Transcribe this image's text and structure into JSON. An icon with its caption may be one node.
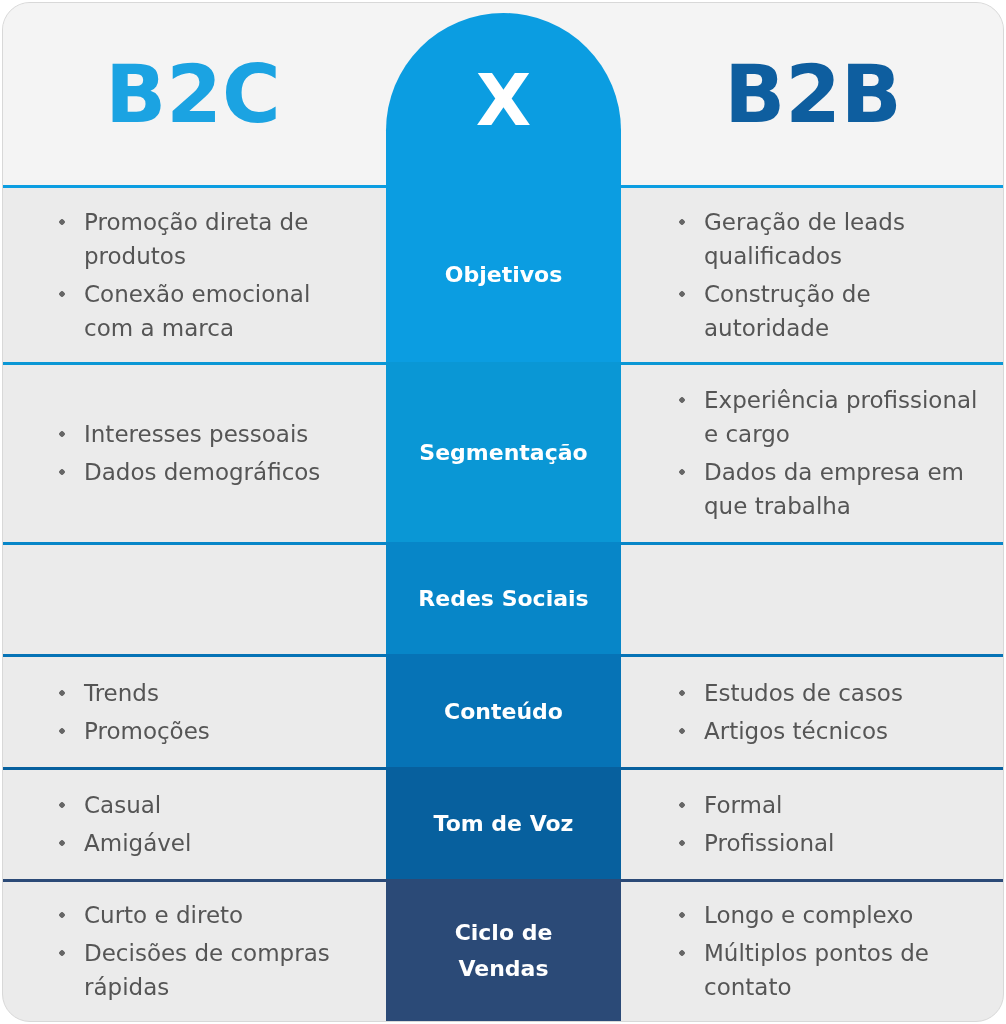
{
  "diagram": {
    "labels": [
      "B2C",
      "X",
      "B2B",
      "Promoção direta de produtos",
      "Conexão emocional com a marca",
      "Objetivos",
      "Geração de leads qualificados",
      "Construção de autoridade",
      "Interesses pessoais",
      "Dados demográficos",
      "Segmentação",
      "Experiência profissional e cargo",
      "Dados da empresa em que trabalha",
      "Redes Sociais",
      "Trends",
      "Promoções",
      "Conteúdo",
      "Estudos de casos",
      "Artigos técnicos",
      "Casual",
      "Amigável",
      "Tom de Voz",
      "Formal",
      "Profissional",
      "Curto e direto",
      "Decisões de compras rápidas",
      "Ciclo de Vendas",
      "Longo e complexo",
      "Múltiplos pontos de contato"
    ]
  }
}
